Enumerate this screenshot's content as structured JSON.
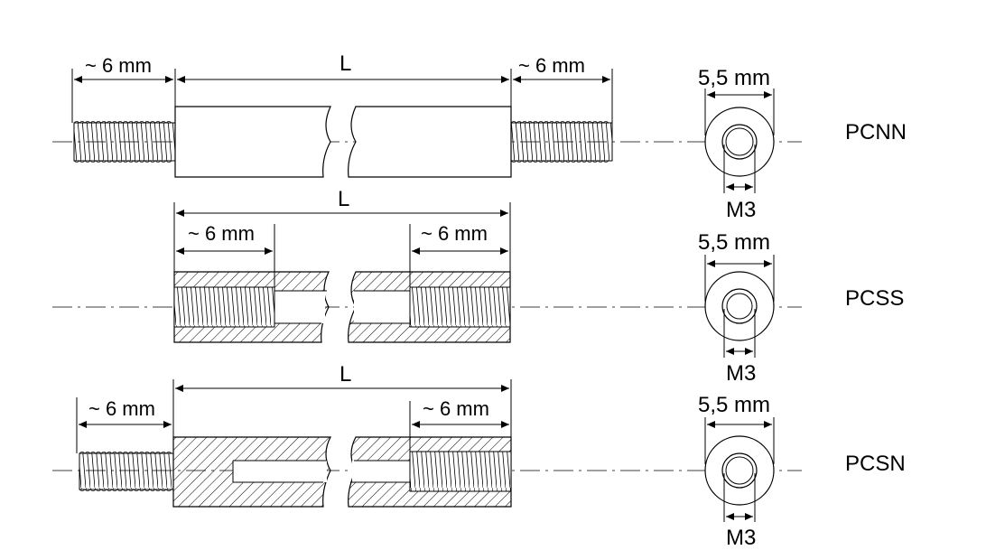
{
  "colors": {
    "line": "#000000",
    "thread_fill": "#ffffff",
    "background": "#ffffff"
  },
  "rows": [
    {
      "code": "PCNN",
      "length_label": "L",
      "left_dim_label": "~ 6 mm",
      "right_dim_label": "~ 6 mm",
      "outer_diameter_label": "5,5 mm",
      "thread_label": "M3"
    },
    {
      "code": "PCSS",
      "length_label": "L",
      "left_dim_label": "~ 6 mm",
      "right_dim_label": "~ 6 mm",
      "outer_diameter_label": "5,5 mm",
      "thread_label": "M3"
    },
    {
      "code": "PCSN",
      "length_label": "L",
      "left_dim_label": "~ 6 mm",
      "right_dim_label": "~ 6 mm",
      "outer_diameter_label": "5,5 mm",
      "thread_label": "M3"
    }
  ]
}
